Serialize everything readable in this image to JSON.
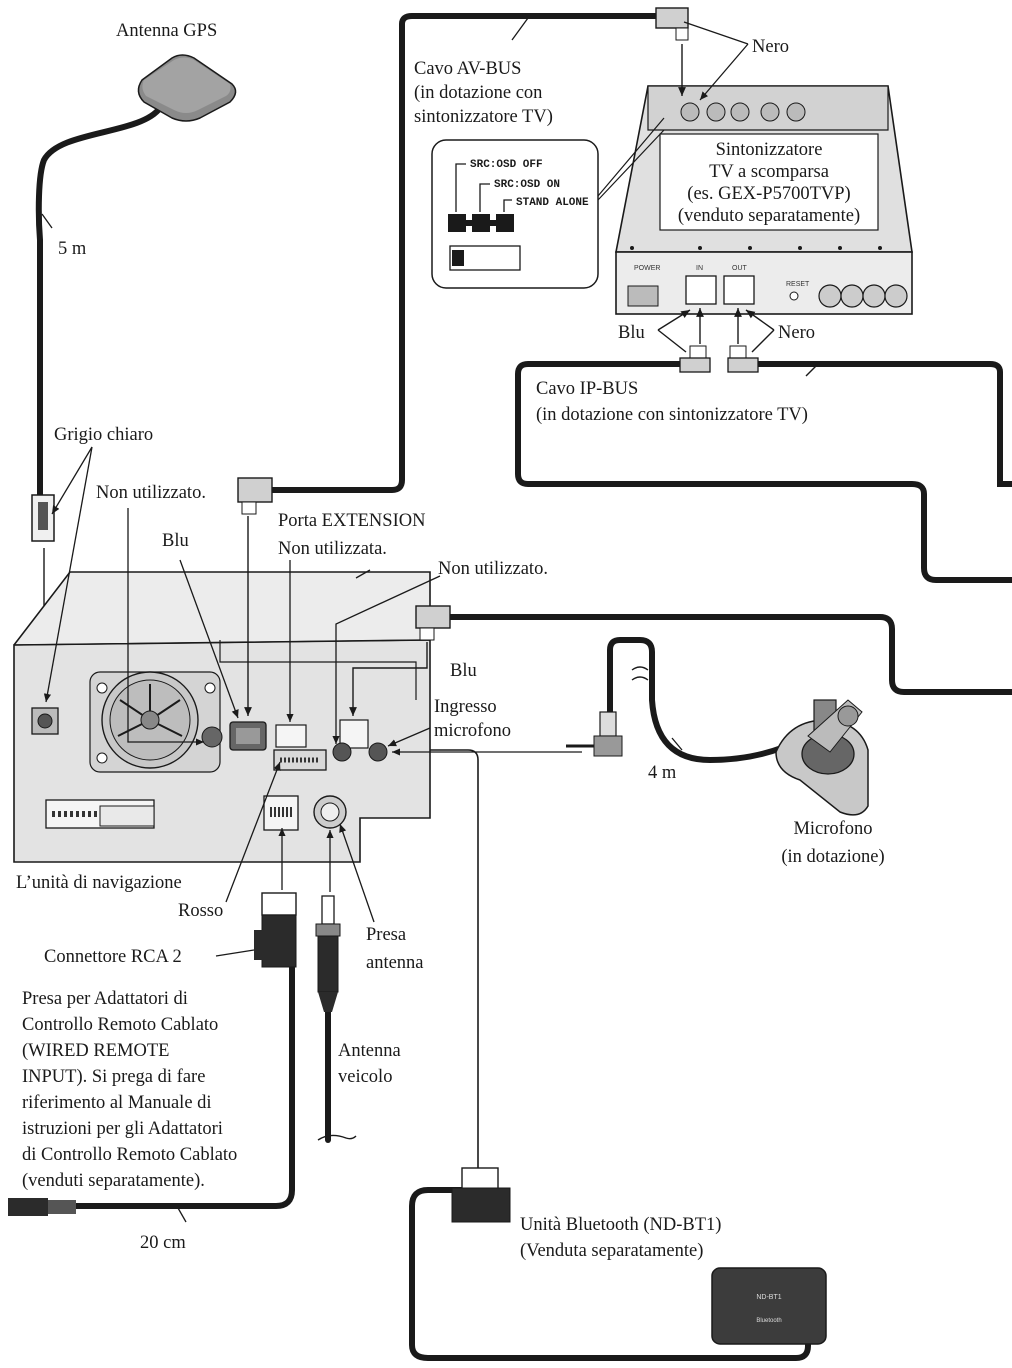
{
  "labels": {
    "antenna_gps": "Antenna GPS",
    "gps_cable_length": "5 m",
    "grigio_chiaro": "Grigio chiaro",
    "non_utilizzato_1": "Non utilizzato.",
    "blu_1": "Blu",
    "porta_extension_1": "Porta EXTENSION",
    "porta_extension_2": "Non utilizzata.",
    "non_utilizzato_2": "Non utilizzato.",
    "blu_2": "Blu",
    "ingresso_microfono_1": "Ingresso",
    "ingresso_microfono_2": "microfono",
    "mic_cable_length": "4 m",
    "microfono_1": "Microfono",
    "microfono_2": "(in dotazione)",
    "navigation_unit": "L’unità di navigazione",
    "rosso": "Rosso",
    "presa_antenna_1": "Presa",
    "presa_antenna_2": "antenna",
    "connettore_rca": "Connettore RCA 2",
    "antenna_veicolo_1": "Antenna",
    "antenna_veicolo_2": "veicolo",
    "wired_remote_text": [
      "Presa per Adattatori di",
      "Controllo Remoto Cablato",
      "(WIRED REMOTE",
      "INPUT). Si prega di fare",
      "riferimento al Manuale di",
      "istruzioni per gli Adattatori",
      "di Controllo Remoto Cablato",
      "(venduti separatamente)."
    ],
    "remote_cable_length": "20 cm",
    "cavo_av_bus_1": "Cavo AV-BUS",
    "cavo_av_bus_2": "(in dotazione con",
    "cavo_av_bus_3": "sintonizzatore TV)",
    "nero_1": "Nero",
    "tv_tuner": [
      "Sintonizzatore",
      "TV a scomparsa",
      "(es. GEX-P5700TVP)",
      "(venduto separatamente)"
    ],
    "switch_settings": [
      "SRC:OSD OFF",
      "SRC:OSD ON",
      "STAND ALONE"
    ],
    "blu_3": "Blu",
    "nero_2": "Nero",
    "cavo_ip_bus_1": "Cavo IP-BUS",
    "cavo_ip_bus_2": "(in dotazione con sintonizzatore TV)",
    "bluetooth_unit_1": "Unità Bluetooth (ND-BT1)",
    "bluetooth_unit_2": "(Venduta separatamente)",
    "bluetooth_device_text": "ND-BT1",
    "bluetooth_logo_text": "Bluetooth"
  },
  "tuner_panel_text": [
    "POWER",
    "IN",
    "OUT",
    "RESET"
  ],
  "colors": {
    "line": "#1a1a1a",
    "device_fill": "#e6e6e6",
    "device_dark": "#cfcfcf",
    "connector_dark": "#3a3a3a",
    "bluetooth_body": "#3c3c3c"
  }
}
